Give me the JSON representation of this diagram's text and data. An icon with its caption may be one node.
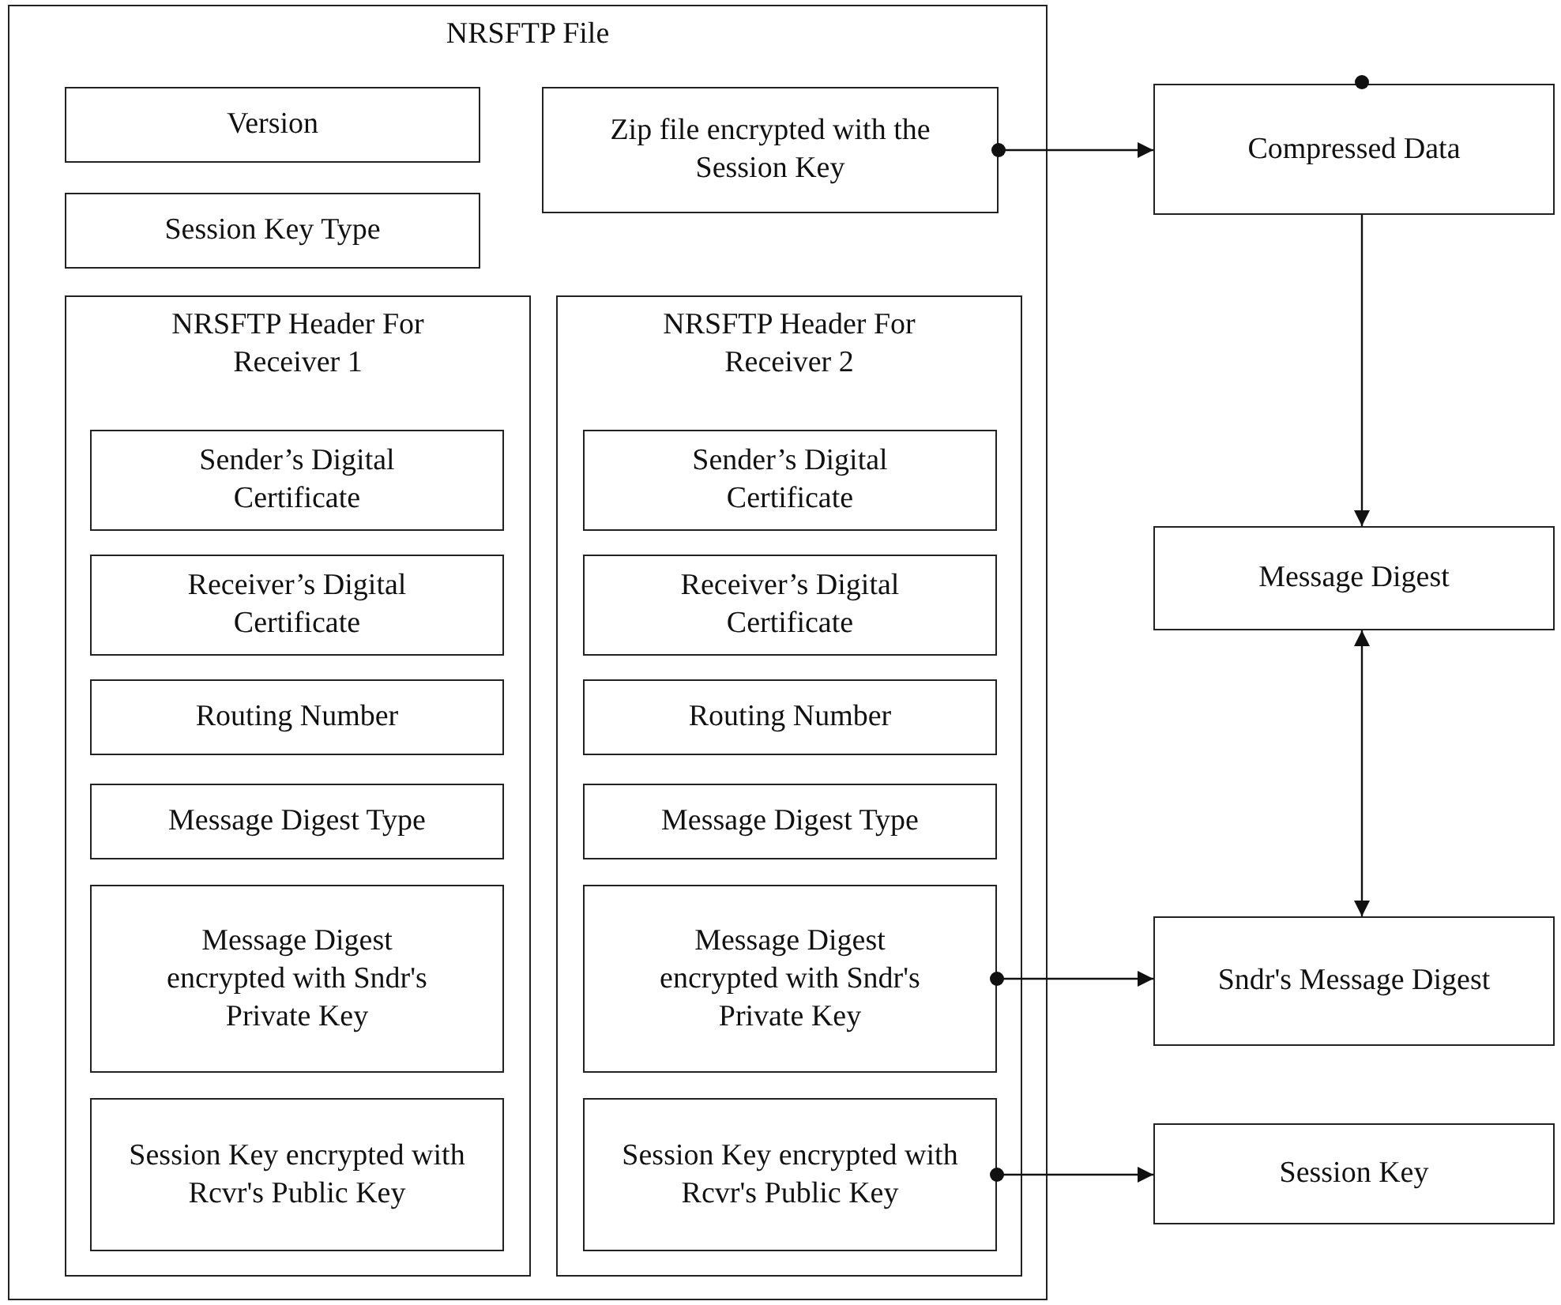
{
  "diagram": {
    "nodes": [
      {
        "text": [
          "NRSFTP File"
        ]
      },
      {
        "text": [
          "Version"
        ],
        "in": 0
      },
      {
        "text": [
          "Zip file encrypted with the Session Key"
        ],
        "in": 0
      },
      {
        "text": [
          "Session Key Type"
        ],
        "in": 0
      },
      {
        "text": [
          "NRSFTP Header For Receiver 1"
        ],
        "in": 0
      },
      {
        "text": [
          "Sender’s Digital Certificate"
        ],
        "in": 4
      },
      {
        "text": [
          "Receiver’s Digital Certificate"
        ],
        "in": 4
      },
      {
        "text": [
          "Routing Number"
        ],
        "in": 4
      },
      {
        "text": [
          "Message Digest Type"
        ],
        "in": 4
      },
      {
        "text": [
          "Message Digest encrypted with Sndr's Private Key"
        ],
        "in": 4
      },
      {
        "text": [
          "Session Key encrypted with Rcvr's Public Key"
        ],
        "in": 4
      },
      {
        "text": [
          "NRSFTP Header For Receiver 2"
        ],
        "in": 0
      },
      {
        "text": [
          "Sender’s Digital Certificate"
        ],
        "in": 11
      },
      {
        "text": [
          "Receiver’s Digital Certificate"
        ],
        "in": 11
      },
      {
        "text": [
          "Routing Number"
        ],
        "in": 11
      },
      {
        "text": [
          "Message Digest Type"
        ],
        "in": 11
      },
      {
        "text": [
          "Message Digest encrypted with Sndr's Private Key"
        ],
        "in": 11
      },
      {
        "text": [
          "Session Key encrypted with Rcvr's Public Key"
        ],
        "in": 11
      },
      {
        "text": [
          "Compressed Data"
        ]
      },
      {
        "text": [
          "Message Digest"
        ]
      },
      {
        "text": [
          "Sndr's Message Digest"
        ]
      },
      {
        "text": [
          "Session Key"
        ]
      }
    ],
    "edges": [
      {
        "from": 2,
        "to": 18,
        "arrow": "to"
      },
      {
        "from": 18,
        "to": 19,
        "arrow": "to"
      },
      {
        "from": 19,
        "to": 20,
        "arrow": "both"
      },
      {
        "from": 16,
        "to": 20,
        "arrow": "to"
      },
      {
        "from": 17,
        "to": 21,
        "arrow": "to"
      }
    ]
  }
}
